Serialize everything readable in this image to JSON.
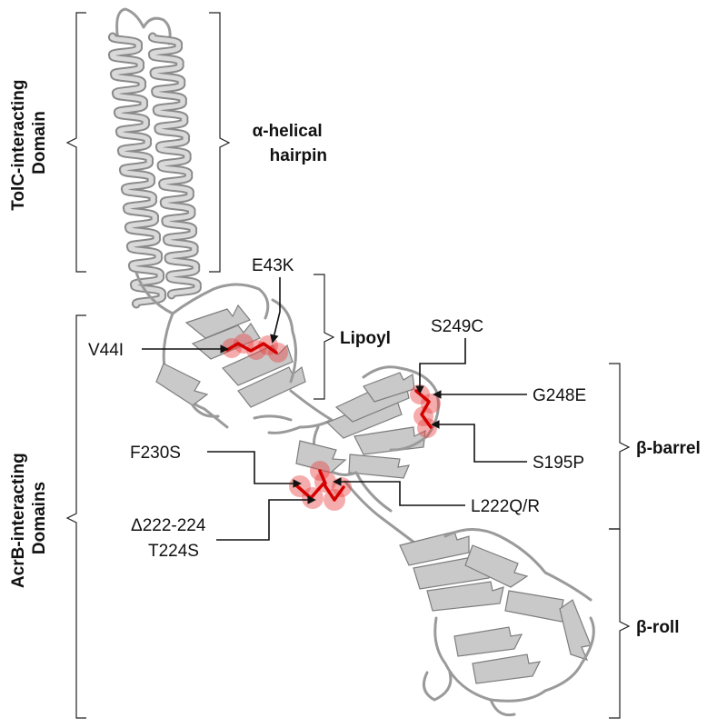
{
  "domains": {
    "tolc": {
      "line1": "TolC-interacting",
      "line2": "Domain"
    },
    "acrb": {
      "line1": "AcrB-interacting",
      "line2": "Domains"
    }
  },
  "subdomains": {
    "alpha_helical": {
      "line1": "α-helical",
      "line2": "hairpin"
    },
    "lipoyl": "Lipoyl",
    "beta_barrel": "β-barrel",
    "beta_roll": "β-roll"
  },
  "mutations": {
    "e43k": "E43K",
    "v44i": "V44I",
    "s249c": "S249C",
    "g248e": "G248E",
    "s195p": "S195P",
    "f230s": "F230S",
    "l222qr": "L222Q/R",
    "del222_224": "Δ222-224",
    "t224s": "T224S"
  },
  "colors": {
    "protein": "#c9c9c9",
    "mutation_highlight": "#e84646",
    "mutation_stick": "#d40000",
    "text": "#111111"
  }
}
